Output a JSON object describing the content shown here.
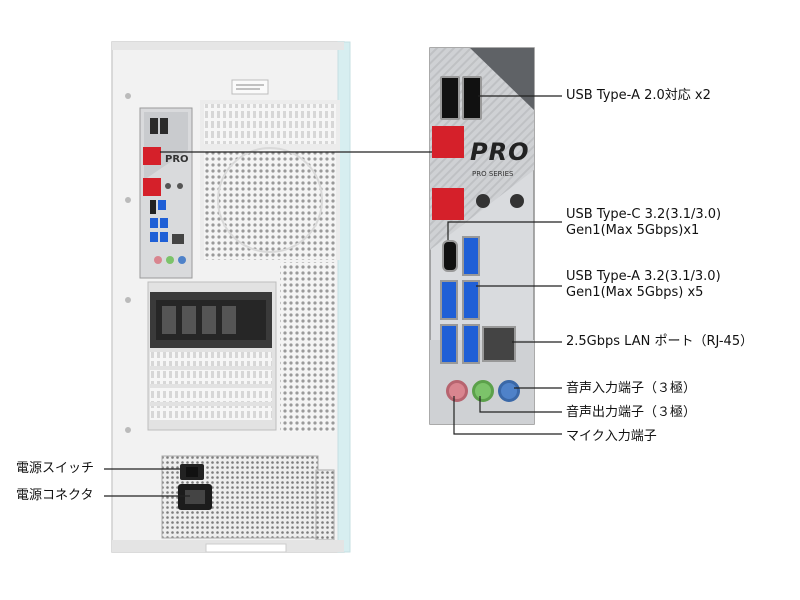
{
  "callouts": {
    "usb_a_20": "USB Type-A 2.0対応 x2",
    "usb_c_line1": "USB Type-C 3.2(3.1/3.0)",
    "usb_c_line2": "Gen1(Max 5Gbps)x1",
    "usb_a_32_line1": "USB Type-A 3.2(3.1/3.0)",
    "usb_a_32_line2": "Gen1(Max 5Gbps) x5",
    "lan": "2.5Gbps LAN ポート（RJ-45）",
    "audio_in": "音声入力端子（３極）",
    "audio_out": "音声出力端子（３極）",
    "mic": "マイク入力端子",
    "power_switch": "電源スイッチ",
    "power_connector": "電源コネクタ"
  },
  "io_panel": {
    "brand_logo": "PRO",
    "brand_series": "PRO SERIES"
  },
  "colors": {
    "case_white": "#f2f2f2",
    "io_panel": "#d6d8db",
    "accent_red": "#d5202a",
    "usb3_blue": "#1f5fd6",
    "audio_pink": "#d9858f",
    "audio_green": "#7cc36a",
    "audio_blue": "#4f82c9",
    "leader_line": "#222222"
  }
}
